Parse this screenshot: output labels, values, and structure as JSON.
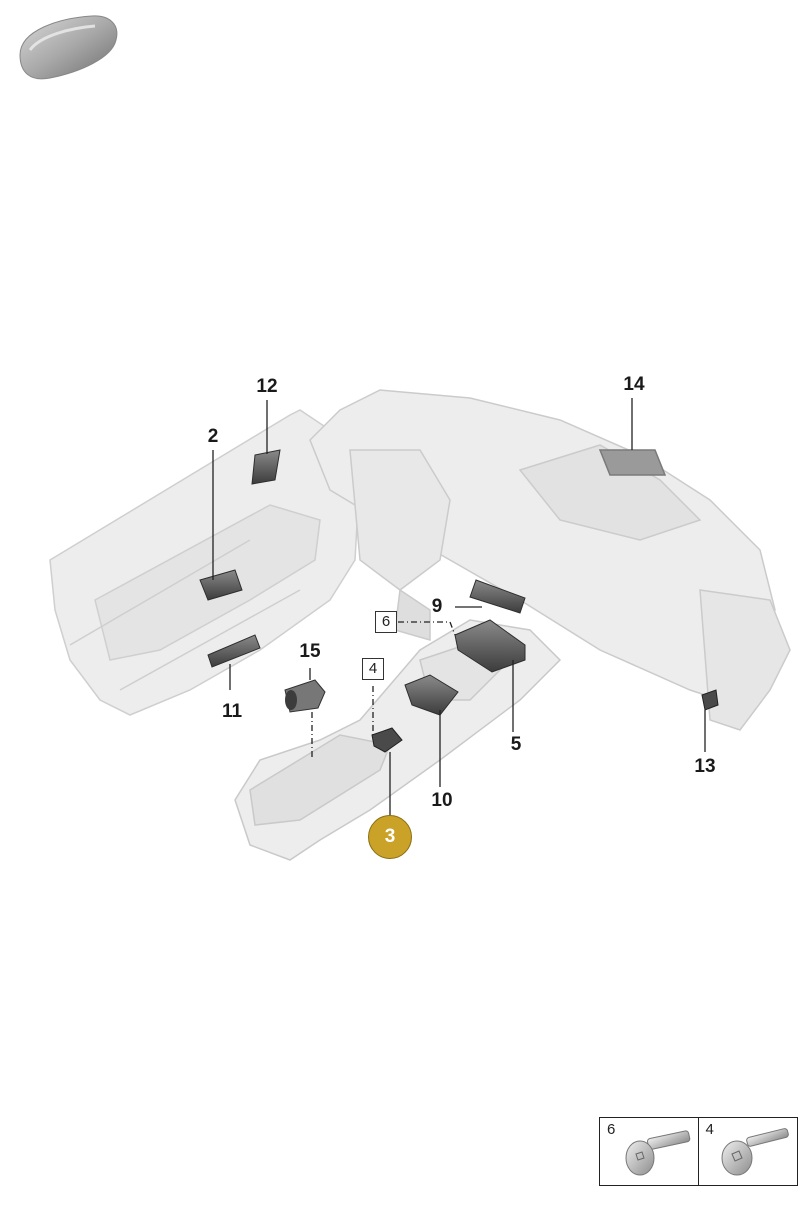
{
  "callouts": {
    "c12": "12",
    "c14": "14",
    "c2": "2",
    "c9": "9",
    "c15": "15",
    "c11": "11",
    "c5": "5",
    "c13": "13",
    "c10": "10"
  },
  "boxed_refs": {
    "ref6": "6",
    "ref4": "4"
  },
  "highlighted_part": {
    "label": "3",
    "color": "#c9a227"
  },
  "legend": {
    "left_label": "6",
    "right_label": "4"
  },
  "colors": {
    "part_fill": "#ececec",
    "part_stroke": "#c8c8c8",
    "component_dark": "#5a5a5a"
  }
}
